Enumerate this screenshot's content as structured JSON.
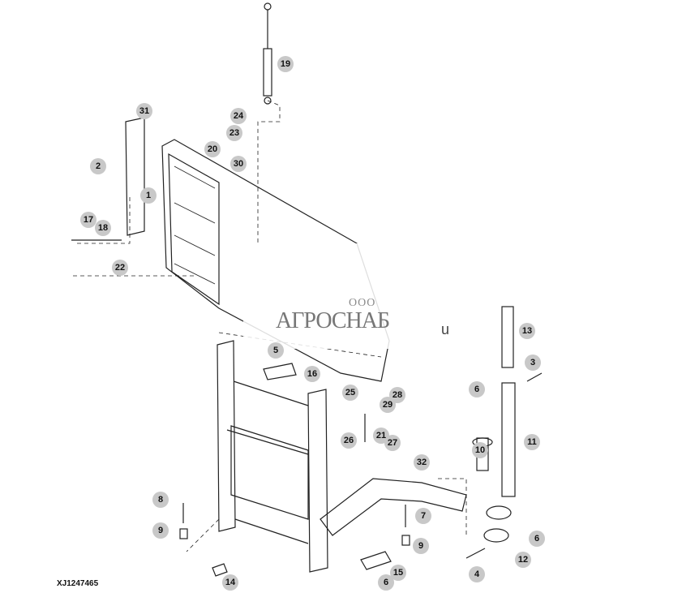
{
  "diagram_code": "XJ1247465",
  "watermark": {
    "prefix": "ООО",
    "name": "АГРОСНАБ",
    "suffix": "u"
  },
  "callouts": [
    "19",
    "31",
    "24",
    "23",
    "20",
    "30",
    "2",
    "1",
    "17",
    "18",
    "22",
    "13",
    "5",
    "16",
    "3",
    "6",
    "25",
    "29",
    "28",
    "26",
    "21",
    "27",
    "11",
    "10",
    "32",
    "8",
    "7",
    "9",
    "9",
    "6",
    "12",
    "4",
    "14",
    "15",
    "6"
  ],
  "colors": {
    "callout_fill": "#c8c8c8",
    "line": "#222222"
  }
}
